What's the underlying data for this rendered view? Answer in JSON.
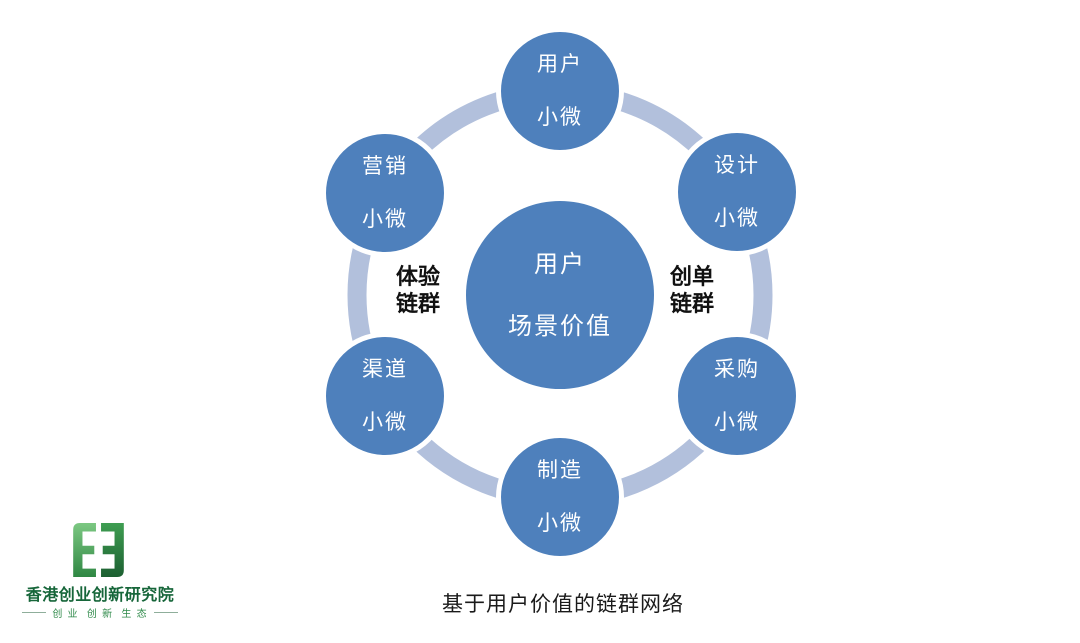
{
  "diagram": {
    "center": {
      "line1": "用户",
      "line2": "场景价值"
    },
    "nodes": [
      {
        "id": "user",
        "position": "top",
        "line1": "用户",
        "line2": "小微"
      },
      {
        "id": "design",
        "position": "top-right",
        "line1": "设计",
        "line2": "小微"
      },
      {
        "id": "procurement",
        "position": "bottom-right",
        "line1": "采购",
        "line2": "小微"
      },
      {
        "id": "manufacturing",
        "position": "bottom",
        "line1": "制造",
        "line2": "小微"
      },
      {
        "id": "channel",
        "position": "bottom-left",
        "line1": "渠道",
        "line2": "小微"
      },
      {
        "id": "marketing",
        "position": "top-left",
        "line1": "营销",
        "line2": "小微"
      }
    ],
    "label_left": {
      "line1": "体验",
      "line2": "链群"
    },
    "label_right": {
      "line1": "创单",
      "line2": "链群"
    },
    "caption": "基于用户价值的链群网络",
    "colors": {
      "node_fill": "#4e80bc",
      "node_text": "#ffffff",
      "ring": "#b2c0dc",
      "label_text": "#111111"
    }
  },
  "logo": {
    "title": "香港创业创新研究院",
    "tagline": "创 业  创 新  生 态",
    "colors": {
      "mark_green_light": "#7cc882",
      "mark_green_dark": "#1c5f31",
      "title_text": "#17663a",
      "tagline_text": "#2f8a4a"
    }
  }
}
